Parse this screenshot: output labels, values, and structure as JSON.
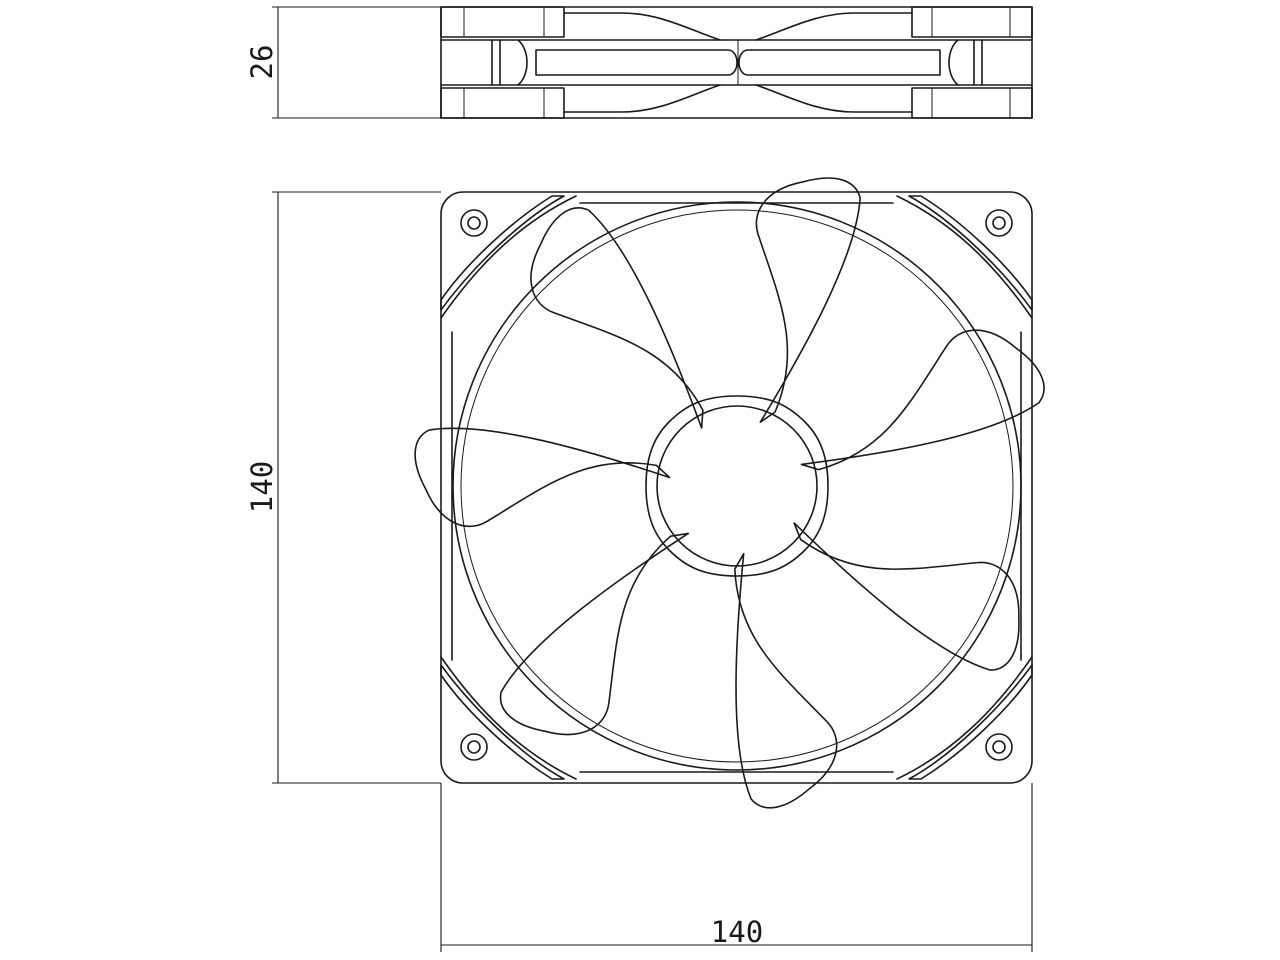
{
  "dimensions": {
    "thickness": "26",
    "height": "140",
    "width": "140"
  },
  "colors": {
    "line": "#1a1a1a",
    "background": "#ffffff"
  }
}
